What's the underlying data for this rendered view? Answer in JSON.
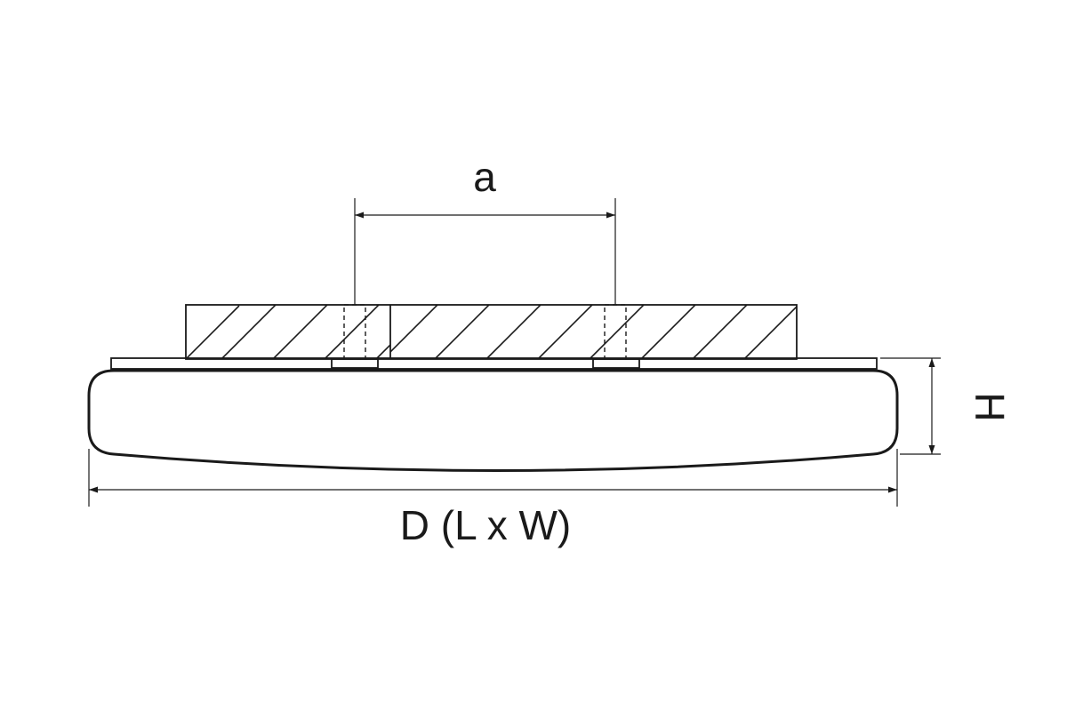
{
  "labels": {
    "spacing": "a",
    "height": "H",
    "diameter": "D (L x W)"
  },
  "colors": {
    "line": "#1a1a1a",
    "background": "#ffffff"
  }
}
